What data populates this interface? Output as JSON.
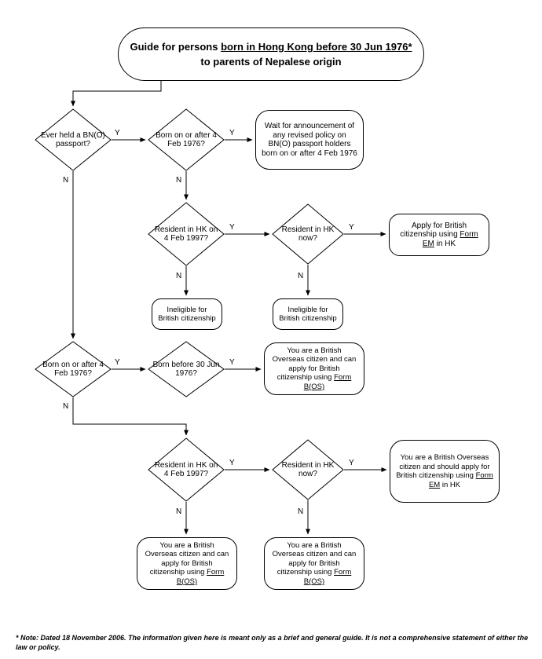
{
  "title": {
    "line1_prefix": "Guide for persons ",
    "line1_underlined": "born in Hong Kong before 30 Jun 1976*",
    "line2": "to parents of Nepalese origin"
  },
  "labels": {
    "yes": "Y",
    "no": "N"
  },
  "decisions": {
    "ever_held_bno": "Ever held a BN(O) passport?",
    "born_on_or_after_4feb1976_a": "Born on or after 4 Feb 1976?",
    "resident_hk_4feb1997_a": "Resident in HK on 4 Feb 1997?",
    "resident_hk_now_a": "Resident in HK now?",
    "born_on_or_after_4feb1976_b": "Born on or after 4 Feb 1976?",
    "born_before_30jun1976": "Born before 30 Jun 1976?",
    "resident_hk_4feb1997_b": "Resident in HK on 4 Feb 1997?",
    "resident_hk_now_b": "Resident in HK now?"
  },
  "outcomes": {
    "wait_announcement": "Wait for announcement of any revised policy on BN(O) passport holders born on or after 4 Feb 1976",
    "apply_em": {
      "prefix": "Apply for British citizenship using ",
      "underlined": "Form EM",
      "suffix": " in HK"
    },
    "ineligible": "Ineligible for British citizenship",
    "bos_can_apply": {
      "prefix": "You are a British Overseas citizen and can apply for British citizenship using ",
      "underlined": "Form B(OS)",
      "suffix": ""
    },
    "bos_should_apply_em": {
      "prefix": "You are a British Overseas citizen and should apply for British citizenship using ",
      "underlined": "Form EM",
      "suffix": " in HK"
    }
  },
  "footnote": "* Note: Dated 18 November 2006. The information given here is meant only as a brief and general guide. It is not a comprehensive statement of either the law or policy."
}
